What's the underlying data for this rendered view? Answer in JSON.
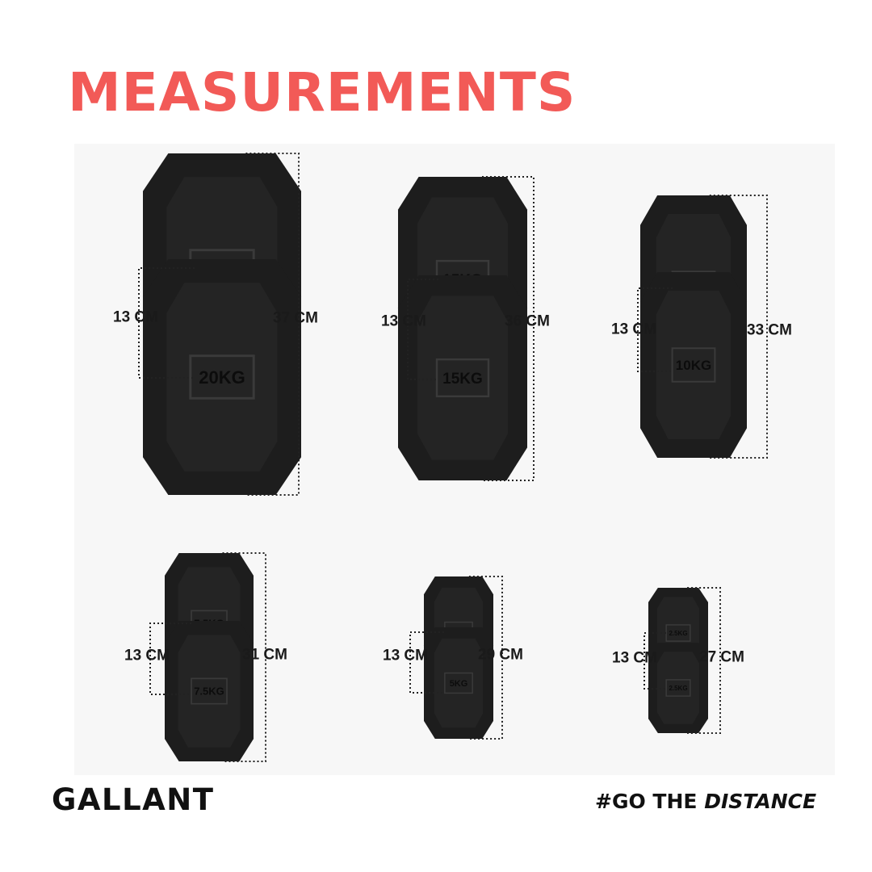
{
  "title": "MEASUREMENTS",
  "dumbbells": [
    {
      "weight_label": "20KG",
      "handle_length": "13 CM",
      "total_length": "37 CM"
    },
    {
      "weight_label": "15KG",
      "handle_length": "13 CM",
      "total_length": "36 CM"
    },
    {
      "weight_label": "10KG",
      "handle_length": "13 CM",
      "total_length": "33 CM"
    },
    {
      "weight_label": "7.5KG",
      "handle_length": "13 CM",
      "total_length": "31 CM"
    },
    {
      "weight_label": "5KG",
      "handle_length": "13 CM",
      "total_length": "29 CM"
    },
    {
      "weight_label": "2.5KG",
      "handle_length": "13 CM",
      "total_length": "27 CM"
    }
  ],
  "brand": "GALLANT",
  "tagline": {
    "prefix": "#GO THE",
    "emphasis": "DISTANCE"
  },
  "colors": {
    "title": "#f25a57",
    "rubber": "#1d1d1d",
    "handle": "#b8b8b8",
    "text": "#111111"
  }
}
